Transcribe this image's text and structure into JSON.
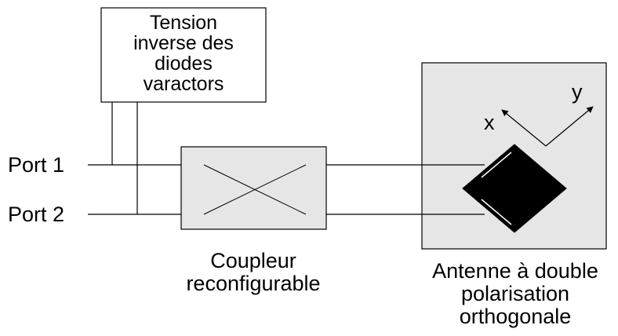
{
  "voltage_box": {
    "lines": [
      "Tension",
      "inverse des",
      "diodes",
      "varactors"
    ]
  },
  "ports": {
    "port1": "Port 1",
    "port2": "Port 2"
  },
  "coupler": {
    "lines": [
      "Coupleur",
      "reconfigurable"
    ]
  },
  "antenna": {
    "lines": [
      "Antenne à double",
      "polarisation",
      "orthogonale"
    ],
    "axis_x": "x",
    "axis_y": "y"
  },
  "colors": {
    "block_fill": "#e6e6e6",
    "patch_fill": "#000000",
    "stroke": "#000000"
  }
}
